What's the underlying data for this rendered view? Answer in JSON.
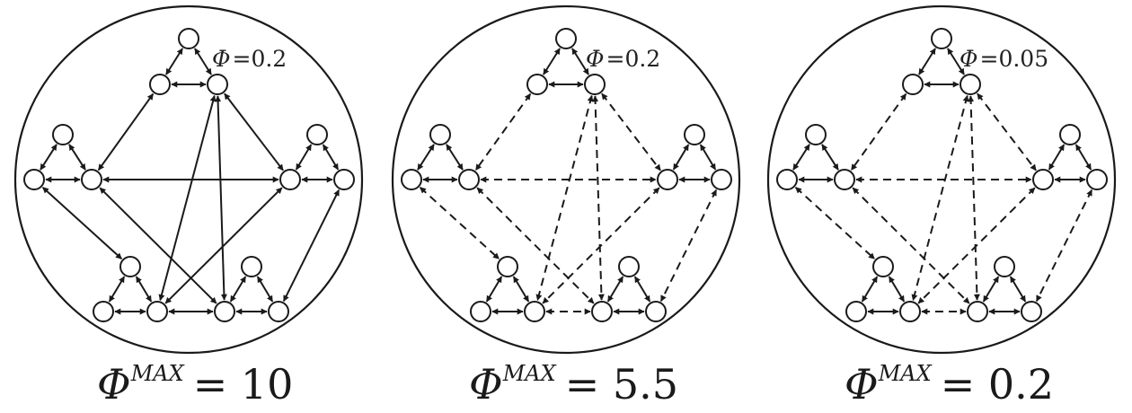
{
  "panels": [
    {
      "id": "panel-1",
      "edge_style": "solid",
      "phi_symbol": "Φ",
      "phi_eq": "=0.2",
      "caption_symbol": "Φ",
      "caption_sup": "MAX",
      "caption_eq": "= 10"
    },
    {
      "id": "panel-2",
      "edge_style": "dashed",
      "phi_symbol": "Φ",
      "phi_eq": "=0.2",
      "caption_symbol": "Φ",
      "caption_sup": "MAX",
      "caption_eq": "= 5.5"
    },
    {
      "id": "panel-3",
      "edge_style": "dashed",
      "phi_symbol": "Φ",
      "phi_eq": "=0.05",
      "caption_symbol": "Φ",
      "caption_sup": "MAX",
      "caption_eq": "= 0.2"
    }
  ],
  "colors": {
    "stroke": "#1a1a1a",
    "background": "#ffffff"
  }
}
